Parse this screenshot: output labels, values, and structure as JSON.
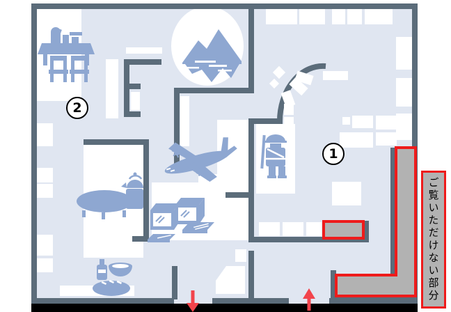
{
  "plan": {
    "title_meaning": "museum floor plan",
    "markers": {
      "room1_number": "1",
      "room2_number": "2"
    },
    "restricted_label": "ご覧いただけない部分",
    "icons": [
      "dining-table-icon",
      "mountain-lake-diorama-icon",
      "airplane-icon",
      "soldier-mannequin-icon",
      "low-table-kettle-icon",
      "computers-icon",
      "milk-bottle-icon",
      "bowl-icon",
      "bread-icon",
      "exit-arrow-down-icon",
      "entrance-arrow-up-icon"
    ],
    "colors": {
      "floor": "#e0e6f1",
      "wall": "#5b6c7a",
      "white_zone": "#ffffff",
      "icon_blue": "#8ea7d1",
      "restricted_gray": "#b2b2b2",
      "highlight_red": "#ee1b1b",
      "arrow_red": "#f2444c",
      "entrance_bar": "#000000"
    }
  }
}
